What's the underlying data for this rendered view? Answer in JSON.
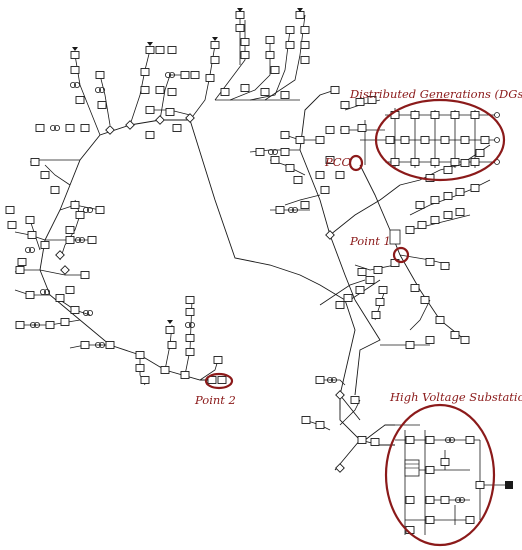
{
  "diagram": {
    "labels": {
      "dg": "Distributed Generations (DGs)",
      "pcc": "PCC",
      "point1": "Point 1",
      "point2": "Point 2",
      "substation": "High Voltage Substation"
    },
    "colors": {
      "highlight": "#8b1a1a",
      "network": "#1a1a1a",
      "background": "#ffffff"
    }
  }
}
